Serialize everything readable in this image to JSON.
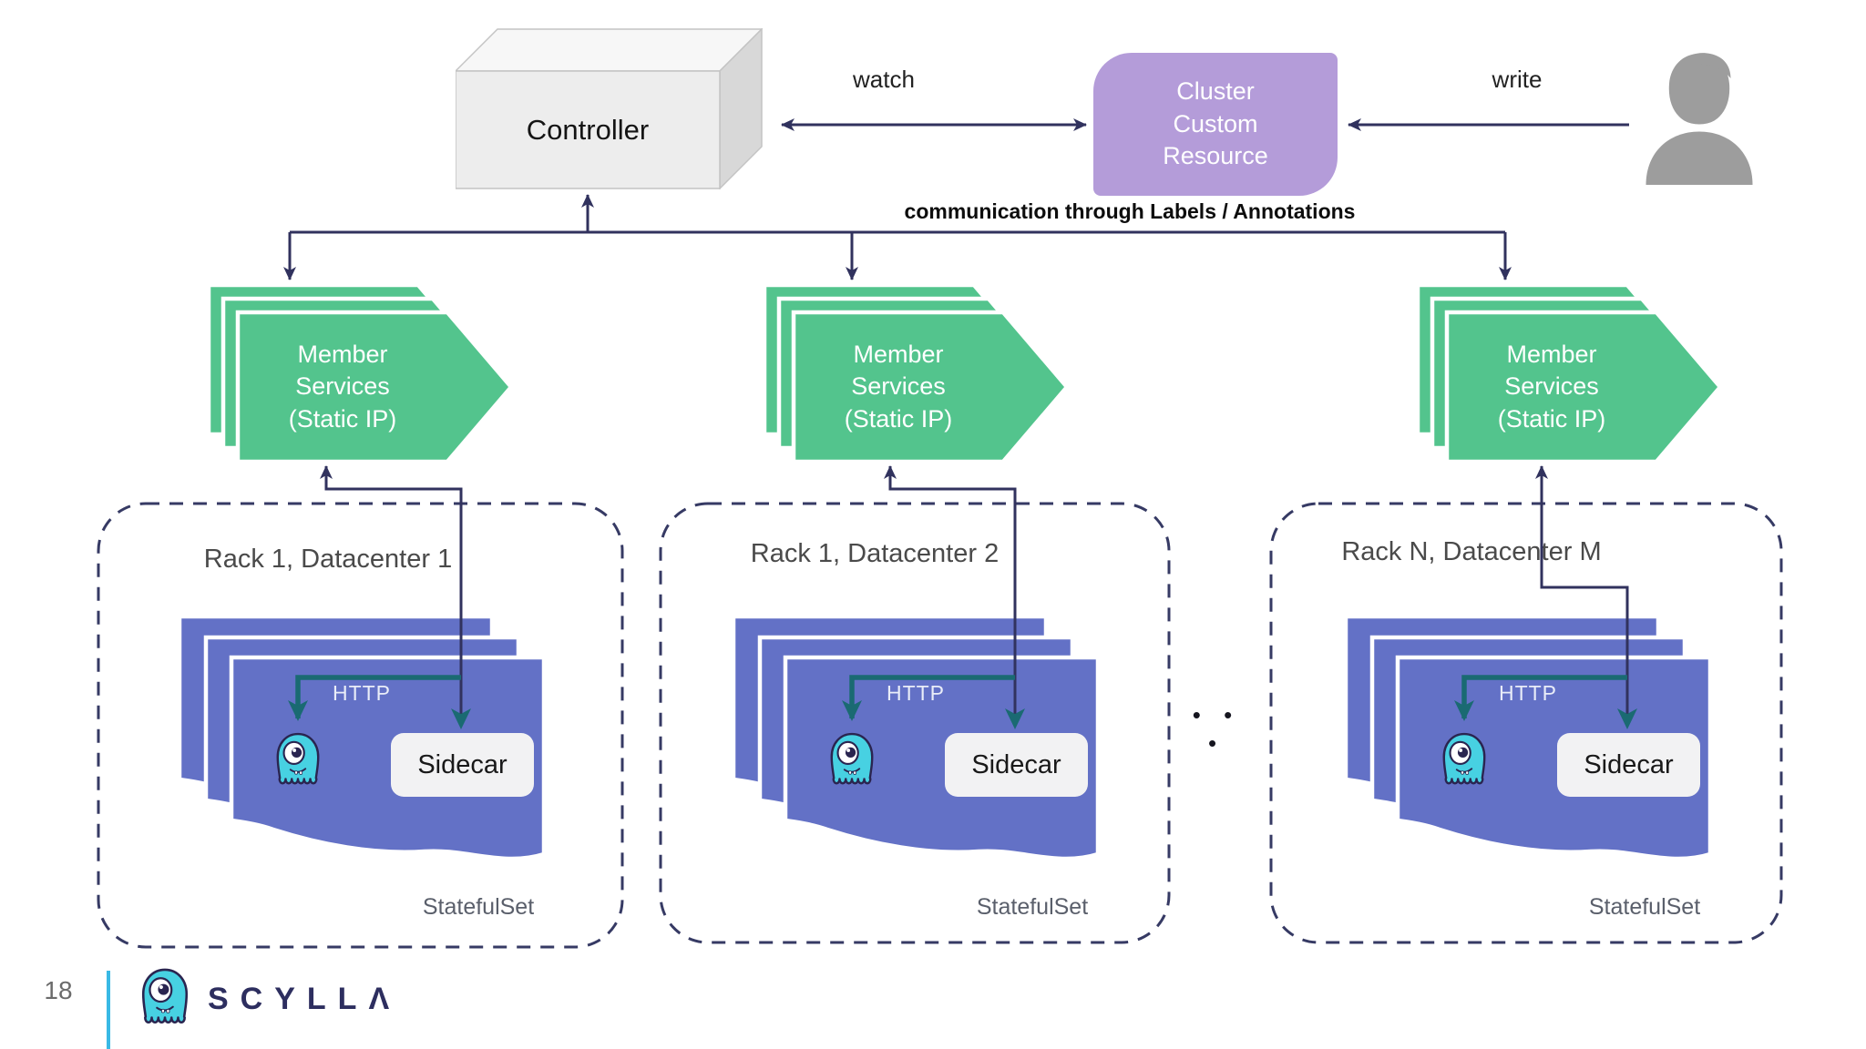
{
  "top": {
    "controller": {
      "label": "Controller"
    },
    "crd": {
      "label": "Cluster\nCustom\nResource",
      "color": "#b49cd9"
    },
    "watch_label": "watch",
    "write_label": "write",
    "communication_label": "communication through Labels / Annotations",
    "user_icon": "person-silhouette"
  },
  "services": {
    "label": "Member\nServices\n(Static IP)",
    "color": "#53c48d"
  },
  "racks": [
    {
      "label": "Rack 1, Datacenter 1",
      "http_label": "HTTP",
      "sidecar_label": "Sidecar",
      "statefulset_label": "StatefulSet"
    },
    {
      "label": "Rack 1, Datacenter 2",
      "http_label": "HTTP",
      "sidecar_label": "Sidecar",
      "statefulset_label": "StatefulSet"
    },
    {
      "label": "Rack N, Datacenter M",
      "http_label": "HTTP",
      "sidecar_label": "Sidecar",
      "statefulset_label": "StatefulSet"
    }
  ],
  "ellipsis": "•  •  •",
  "footer": {
    "page_number": "18",
    "logo_text": "SCYLLΛ"
  },
  "colors": {
    "member_service_green": "#53c48d",
    "pod_flag_indigo": "#6371c6",
    "connector_navy": "#31325e",
    "http_teal": "#1a6a72",
    "crd_purple": "#b49cd9",
    "person_gray": "#9d9d9d",
    "mascot_cyan": "#47d1e2",
    "footer_accent_cyan": "#39b9e5"
  }
}
